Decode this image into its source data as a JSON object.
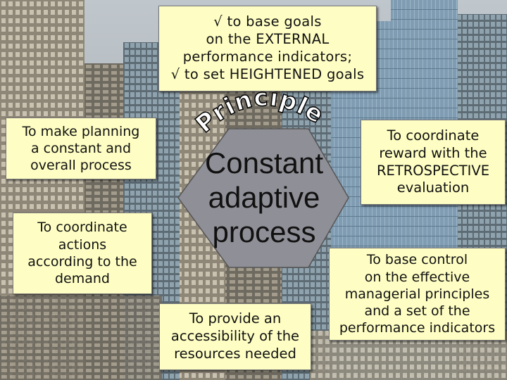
{
  "title": "Principles",
  "center": {
    "lines": [
      "Constant",
      "adaptive",
      "process"
    ]
  },
  "boxes": {
    "top": "√ to base goals\non the EXTERNAL\nperformance indicators;\n√ to set HEIGHTENED goals",
    "planning": "To make planning\na constant and\noverall process",
    "actions": "To coordinate\nactions\naccording to the\ndemand",
    "reward": "To coordinate\nreward with the\nRETROSPECTIVE\nevaluation",
    "control": "To base control\non the effective\nmanagerial principles\nand a set of the\nperformance indicators",
    "resources": "To provide an\naccessibility of the\nresources needed"
  },
  "colors": {
    "box_fill": "#fefec4",
    "hexagon_fill": "#8f8f97",
    "title_fill": "#ffffff"
  }
}
